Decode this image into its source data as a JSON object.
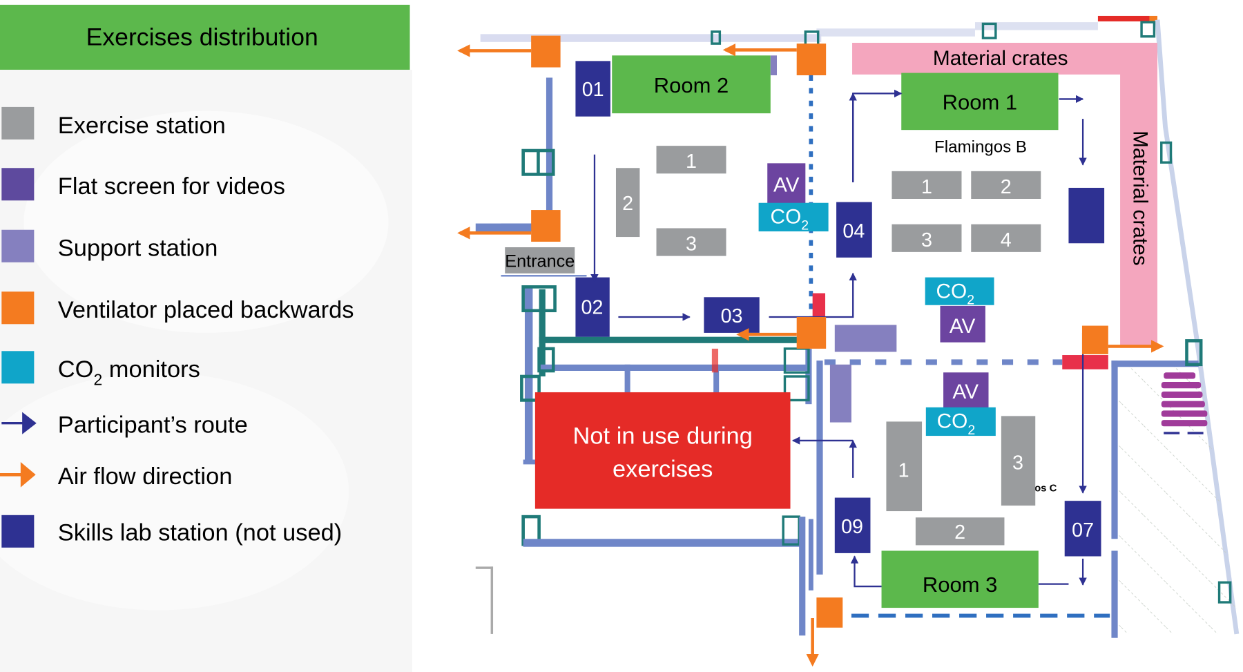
{
  "header": {
    "title": "Exercises distribution"
  },
  "colors": {
    "exercise_station": "#9a9c9e",
    "flat_screen": "#5e4a9e",
    "support_station": "#8580bf",
    "ventilator": "#f47b20",
    "co2_monitor": "#10a5c9",
    "route": "#2e3192",
    "airflow": "#f47b20",
    "skills_lab": "#2e3192",
    "room_green": "#5cb84c",
    "material_pink": "#f4a6be",
    "not_in_use_red": "#e52b27",
    "wall_blue": "#6f86c8",
    "wall_teal": "#1f7a78",
    "door_red": "#e8304a"
  },
  "legend": {
    "items": [
      {
        "id": "exercise-station",
        "icon": "square",
        "label": "Exercise station"
      },
      {
        "id": "flat-screen",
        "icon": "square",
        "label": "Flat screen for videos"
      },
      {
        "id": "support-station",
        "icon": "square",
        "label": "Support station"
      },
      {
        "id": "ventilator",
        "icon": "square",
        "label": "Ventilator placed backwards"
      },
      {
        "id": "co2-monitor",
        "icon": "square",
        "label_main": "CO",
        "label_sub": "2",
        "label_rest": " monitors"
      },
      {
        "id": "participant-route",
        "icon": "arrow-right",
        "label": "Participant’s route"
      },
      {
        "id": "air-flow",
        "icon": "arrow-right",
        "label": "Air flow direction"
      },
      {
        "id": "skills-lab",
        "icon": "square",
        "label": "Skills lab station (not used)"
      }
    ]
  },
  "floorplan": {
    "rooms": {
      "room1": "Room 1",
      "room2": "Room 2",
      "room3": "Room 3"
    },
    "area_labels": {
      "flamingos_b": "Flamingos B",
      "flamingos_c_fragment": "os C",
      "entrance": "Entrance",
      "material_crates_top": "Material crates",
      "material_crates_side": "Material crates",
      "not_in_use_line1": "Not in use during",
      "not_in_use_line2": "exercises"
    },
    "skills_lab_stations": [
      "01",
      "02",
      "03",
      "04",
      "07",
      "09"
    ],
    "room2_exercises": [
      "1",
      "2",
      "3"
    ],
    "room1_exercises": [
      "1",
      "2",
      "3",
      "4"
    ],
    "room3_exercises": [
      "1",
      "2",
      "3"
    ],
    "av_label": "AV",
    "co2_main": "CO",
    "co2_sub": "2"
  }
}
